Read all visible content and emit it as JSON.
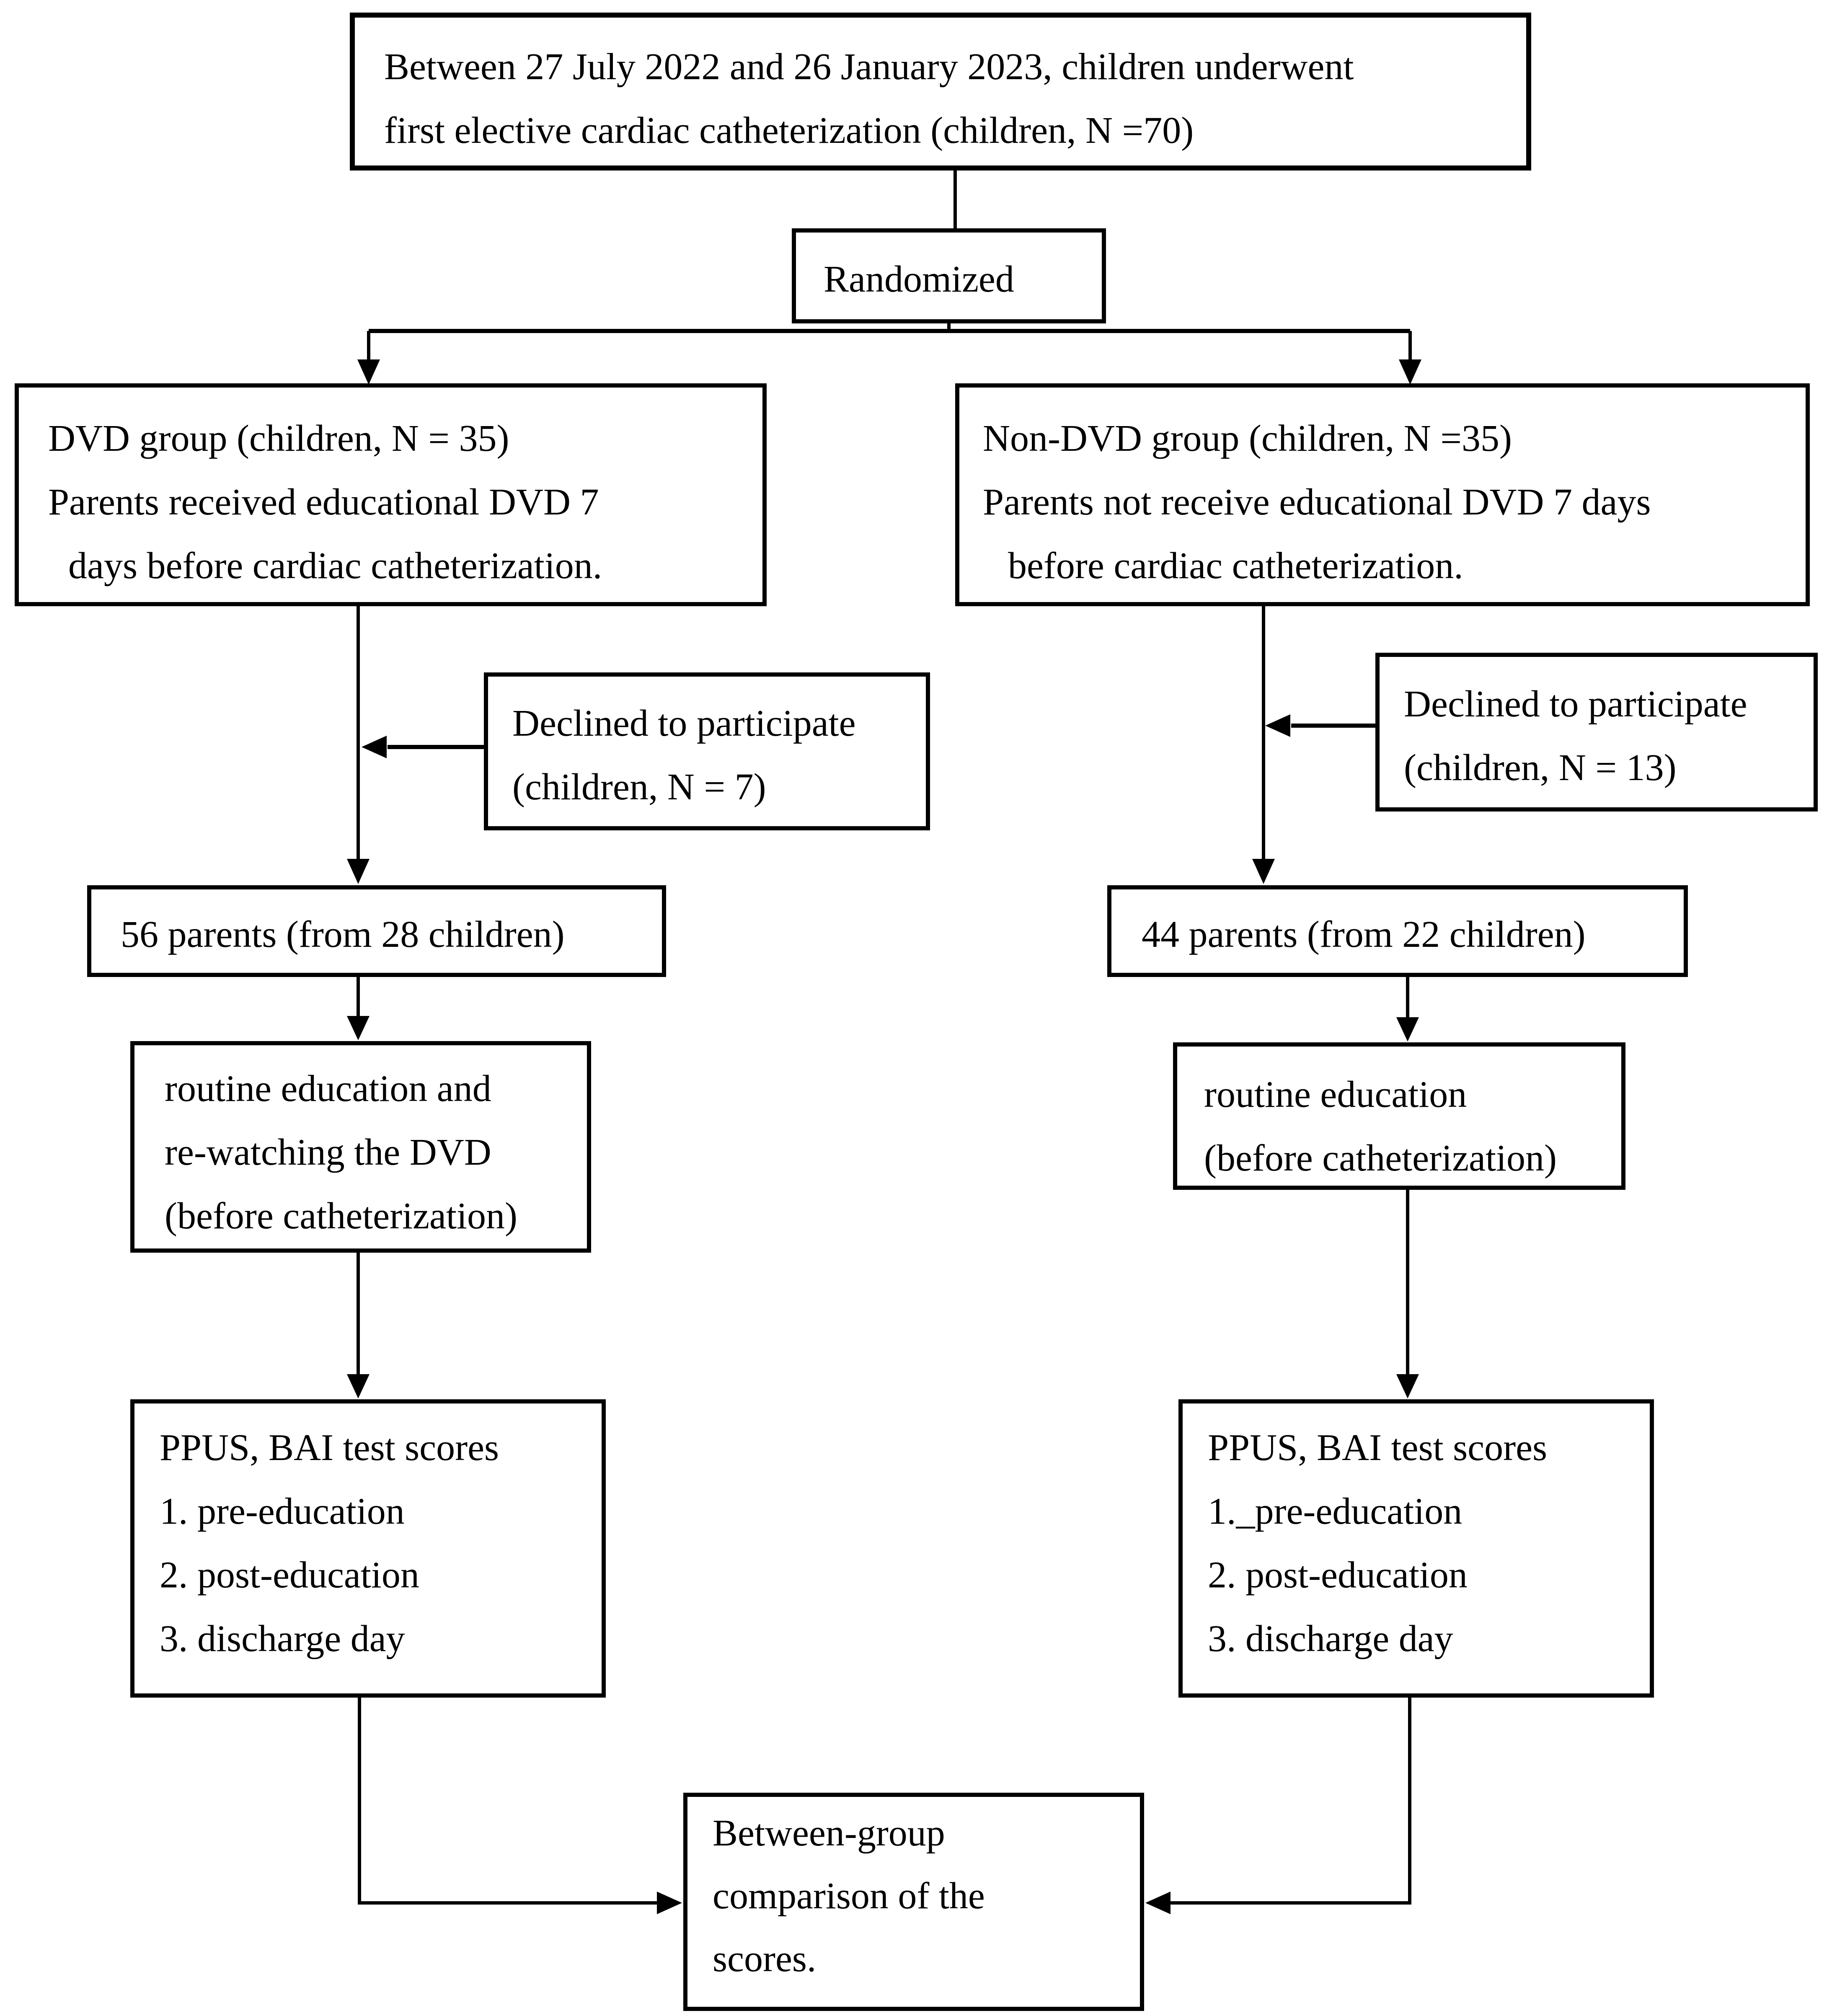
{
  "colors": {
    "line": "#000000",
    "text": "#000000",
    "background": "#ffffff"
  },
  "nodes": {
    "enrollment": {
      "lines": [
        "Between 27 July 2022 and 26 January 2023, children underwent",
        "first elective cardiac catheterization (children, N =70)"
      ]
    },
    "randomized": {
      "label": "Randomized"
    },
    "dvd_group": {
      "lines": [
        "DVD group (children, N = 35)",
        "Parents received educational DVD 7",
        "days before cardiac catheterization."
      ]
    },
    "non_dvd_group": {
      "lines": [
        "Non-DVD group (children, N =35)",
        "Parents not receive educational DVD 7 days",
        "before cardiac catheterization."
      ]
    },
    "declined_dvd": {
      "lines": [
        "Declined to participate",
        "(children, N = 7)"
      ]
    },
    "declined_non_dvd": {
      "lines": [
        "Declined to participate",
        "(children, N = 13)"
      ]
    },
    "parents_dvd": {
      "label": "56 parents (from 28 children)"
    },
    "parents_non_dvd": {
      "label": "44 parents (from 22 children)"
    },
    "education_dvd": {
      "lines": [
        "routine education and",
        "re-watching the DVD",
        "(before catheterization)"
      ]
    },
    "education_non_dvd": {
      "lines": [
        "routine education",
        "(before catheterization)"
      ]
    },
    "scores_dvd": {
      "lines": [
        "PPUS, BAI test scores",
        "1. pre-education",
        "2. post-education",
        "3. discharge day"
      ]
    },
    "scores_non_dvd": {
      "lines": [
        "PPUS, BAI test scores",
        "1._pre-education",
        "2. post-education",
        "3. discharge day"
      ]
    },
    "comparison": {
      "lines": [
        "Between-group",
        "comparison of the",
        "scores."
      ]
    }
  }
}
